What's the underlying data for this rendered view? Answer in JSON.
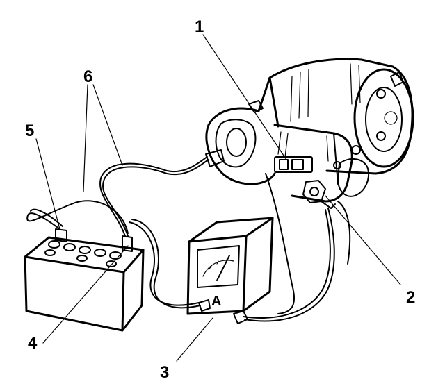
{
  "diagram": {
    "callouts": [
      {
        "id": "1",
        "label": "1"
      },
      {
        "id": "2",
        "label": "2"
      },
      {
        "id": "3",
        "label": "3"
      },
      {
        "id": "4",
        "label": "4"
      },
      {
        "id": "5",
        "label": "5"
      },
      {
        "id": "6",
        "label": "6"
      }
    ],
    "meter": {
      "letter": "A"
    },
    "colors": {
      "ink": "#000000",
      "background": "#ffffff"
    }
  }
}
